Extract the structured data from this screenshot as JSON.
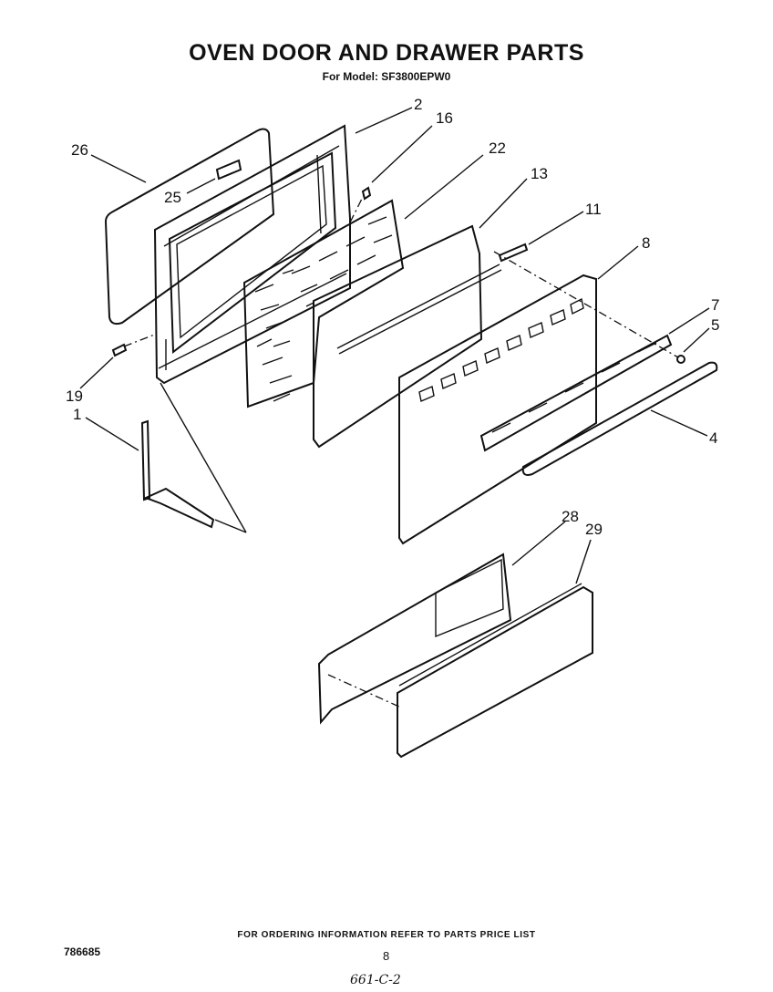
{
  "header": {
    "title": "OVEN DOOR AND  DRAWER PARTS",
    "subtitle": "For Model: SF3800EPW0"
  },
  "parts": [
    {
      "id": "26",
      "label": "26"
    },
    {
      "id": "25",
      "label": "25"
    },
    {
      "id": "2",
      "label": "2"
    },
    {
      "id": "16",
      "label": "16"
    },
    {
      "id": "22",
      "label": "22"
    },
    {
      "id": "13",
      "label": "13"
    },
    {
      "id": "11",
      "label": "11"
    },
    {
      "id": "8",
      "label": "8"
    },
    {
      "id": "7",
      "label": "7"
    },
    {
      "id": "5",
      "label": "5"
    },
    {
      "id": "4",
      "label": "4"
    },
    {
      "id": "19",
      "label": "19"
    },
    {
      "id": "1",
      "label": "1"
    },
    {
      "id": "28",
      "label": "28"
    },
    {
      "id": "29",
      "label": "29"
    }
  ],
  "footer": {
    "ordering_note": "FOR ORDERING INFORMATION REFER TO PARTS PRICE LIST",
    "document_number": "786685",
    "page_number": "8",
    "handwritten_note": "661-C-2"
  }
}
